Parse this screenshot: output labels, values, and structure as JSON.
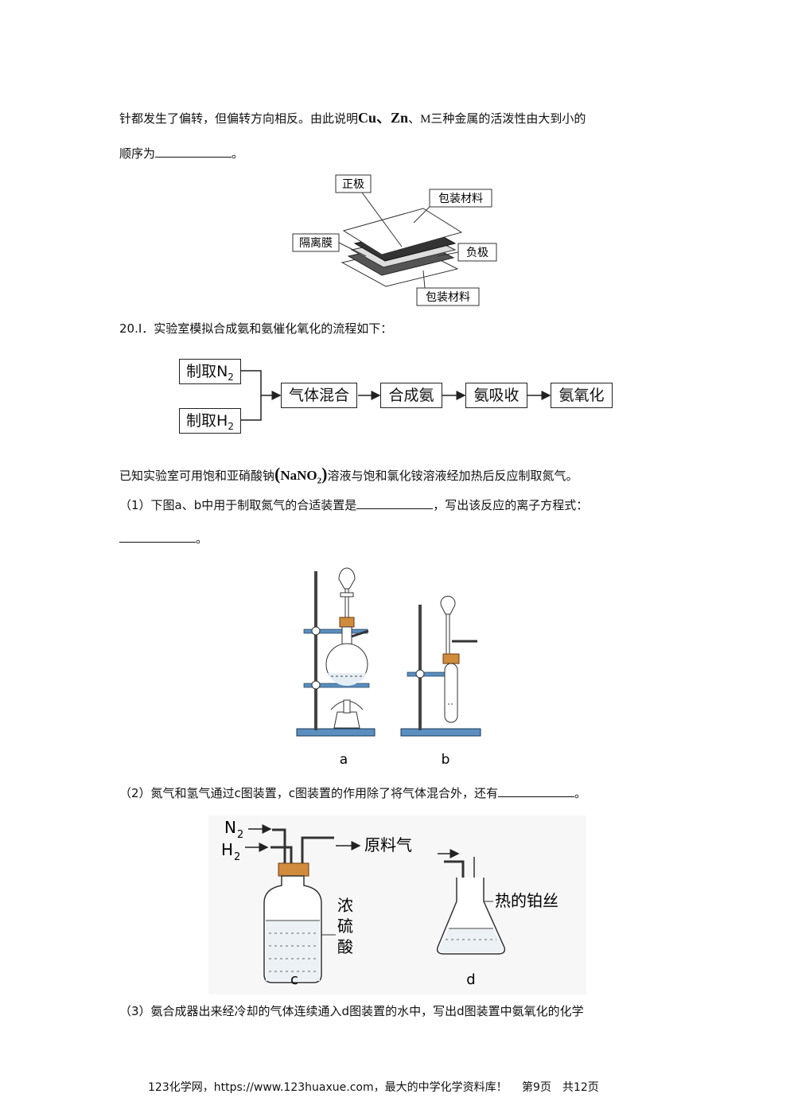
{
  "q19": {
    "line1_pre": "针都发生了偏转，但偏转方向相反。由此说明",
    "metal_cu": "Cu",
    "sep1": "、",
    "metal_zn": "Zn",
    "sep2": "、",
    "metal_m": "M",
    "line1_post": "三种金属的活泼性由大到小的",
    "line2_pre": "顺序为",
    "line2_post": "。"
  },
  "battery_figure": {
    "label_positive": "正极",
    "label_packaging_top": "包装材料",
    "label_separator": "隔离膜",
    "label_negative": "负极",
    "label_packaging_bottom": "包装材料"
  },
  "q20": {
    "title": "20.I．实验室模拟合成氨和氨催化氧化的流程如下：",
    "flow": {
      "n2_prefix": "制取N",
      "n2_sub": "2",
      "h2_prefix": "制取H",
      "h2_sub": "2",
      "step1": "气体混合",
      "step2": "合成氨",
      "step3": "氨吸收",
      "step4": "氨氧化"
    },
    "known_pre": "已知实验室可用饱和亚硝酸钠",
    "formula_prefix": "NaNO",
    "formula_sub": "2",
    "known_post": "溶液与饱和氯化铵溶液经加热后反应制取氮气。",
    "sub1_pre": "（1）下图a、b中用于制取氮气的合适装置是",
    "sub1_mid": "，写出该反应的离子方程式：",
    "sub1_end": "。",
    "fig_a_label": "a",
    "fig_b_label": "b",
    "sub2_pre": "（2）氮气和氢气通过c图装置，c图装置的作用除了将气体混合外，还有",
    "sub2_end": "。",
    "fig_c": {
      "n2": "N",
      "n2_sub": "2",
      "h2": "H",
      "h2_sub": "2",
      "output": "原料气",
      "acid_1": "浓",
      "acid_2": "硫",
      "acid_3": "酸",
      "label": "c"
    },
    "fig_d": {
      "wire": "热的铂丝",
      "label": "d"
    },
    "sub3": "（3）氨合成器出来经冷却的气体连续通入d图装置的水中，写出d图装置中氨氧化的化学"
  },
  "footer": {
    "text": "123化学网，https://www.123huaxue.com，最大的中学化学资料库！　 第9页　共12页"
  }
}
